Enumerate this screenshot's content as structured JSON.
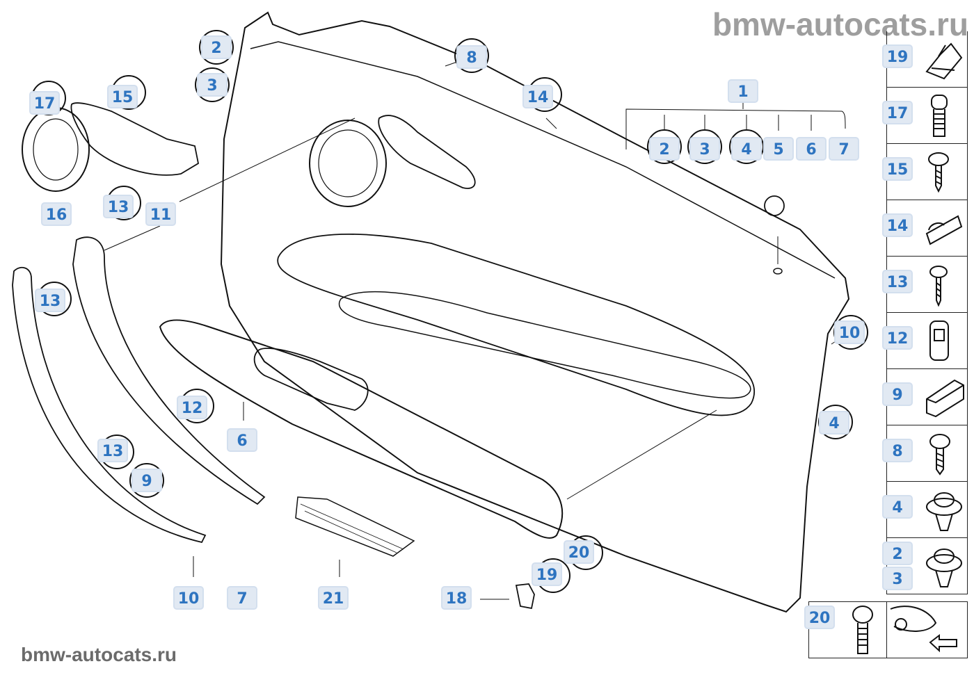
{
  "watermark_top": "bmw-autocats.ru",
  "watermark_bottom": "bmw-autocats.ru",
  "diagram": {
    "title": "Door trim panel, front (exploded view)",
    "callouts": [
      {
        "n": "2",
        "ring": true
      },
      {
        "n": "3",
        "ring": true
      },
      {
        "n": "8",
        "ring": true
      },
      {
        "n": "14",
        "ring": true
      },
      {
        "n": "1",
        "ring": false
      },
      {
        "n": "2",
        "ring": true
      },
      {
        "n": "3",
        "ring": true
      },
      {
        "n": "4",
        "ring": true
      },
      {
        "n": "5",
        "ring": false
      },
      {
        "n": "6",
        "ring": false
      },
      {
        "n": "7",
        "ring": false
      },
      {
        "n": "17",
        "ring": true
      },
      {
        "n": "15",
        "ring": true
      },
      {
        "n": "16",
        "ring": false
      },
      {
        "n": "13",
        "ring": true
      },
      {
        "n": "11",
        "ring": false
      },
      {
        "n": "13",
        "ring": true
      },
      {
        "n": "10",
        "ring": true
      },
      {
        "n": "4",
        "ring": true
      },
      {
        "n": "12",
        "ring": true
      },
      {
        "n": "6",
        "ring": false
      },
      {
        "n": "13",
        "ring": true
      },
      {
        "n": "9",
        "ring": true
      },
      {
        "n": "10",
        "ring": false
      },
      {
        "n": "7",
        "ring": false
      },
      {
        "n": "21",
        "ring": false
      },
      {
        "n": "18",
        "ring": false
      },
      {
        "n": "19",
        "ring": true
      },
      {
        "n": "20",
        "ring": true
      }
    ]
  },
  "legend": {
    "items": [
      {
        "n": "19",
        "icon": "clip-nut-icon"
      },
      {
        "n": "17",
        "icon": "bolt-icon"
      },
      {
        "n": "15",
        "icon": "screw-icon"
      },
      {
        "n": "14",
        "icon": "clip-icon"
      },
      {
        "n": "13",
        "icon": "screw-icon"
      },
      {
        "n": "12",
        "icon": "clip-icon"
      },
      {
        "n": "9",
        "icon": "clip-icon"
      },
      {
        "n": "8",
        "icon": "screw-icon"
      },
      {
        "n": "4",
        "icon": "expanding-rivet-icon"
      },
      {
        "n": "2",
        "n2": "3",
        "icon": "expanding-rivet-icon"
      }
    ],
    "bottom_left": {
      "n": "20",
      "icon": "bolt-icon"
    },
    "bottom_right": {
      "icon": "location-arrow-icon"
    }
  }
}
